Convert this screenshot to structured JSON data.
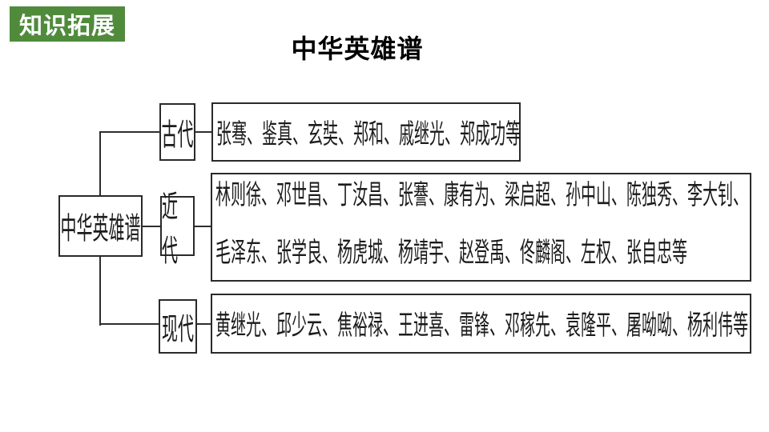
{
  "badge": {
    "label": "知识拓展",
    "bg_color": "#4F8B3B",
    "text_color": "#FFFFFF"
  },
  "title": "中华英雄谱",
  "diagram": {
    "root": {
      "label": "中华英雄谱"
    },
    "branches": [
      {
        "label": "古代",
        "lines": [
          "张骞、鉴真、玄奘、郑和、戚继光、郑成功等"
        ]
      },
      {
        "label": "近代",
        "lines": [
          "林则徐、邓世昌、丁汝昌、张謇、康有为、梁启超、孙中山、陈独秀、李大钊、",
          "毛泽东、张学良、杨虎城、杨靖宇、赵登禹、佟麟阁、左权、张自忠等"
        ]
      },
      {
        "label": "现代",
        "lines": [
          "黄继光、邱少云、焦裕禄、王进喜、雷锋、邓稼先、袁隆平、屠呦呦、杨利伟等"
        ]
      }
    ]
  },
  "colors": {
    "background": "#FFFFFF",
    "line": "#2E2E2E",
    "box_border": "#2A2A2A",
    "text": "#1C1C1C"
  }
}
